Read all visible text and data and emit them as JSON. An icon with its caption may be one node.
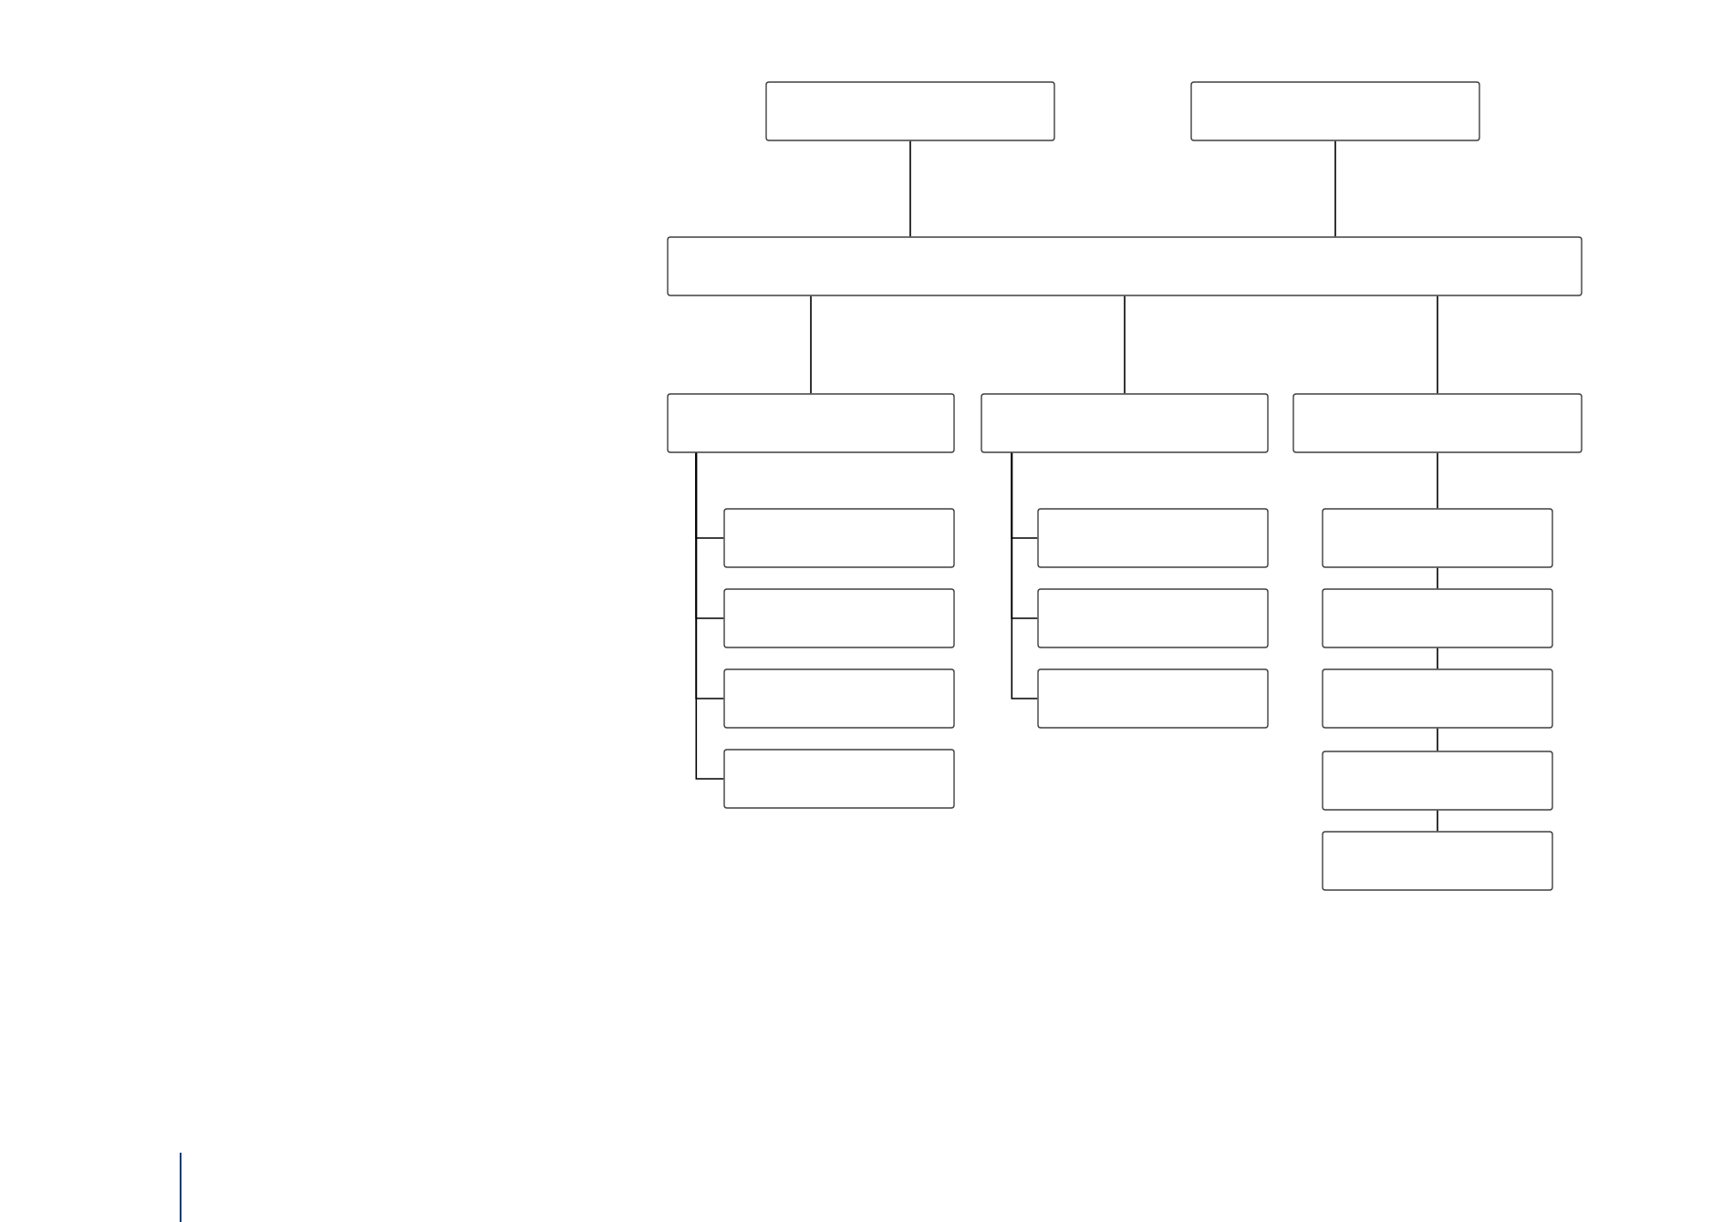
{
  "diagram": {
    "nodes": [
      {
        "text": [],
        "shape": "box"
      },
      {
        "text": [],
        "shape": "box"
      },
      {
        "text": [],
        "shape": "box"
      },
      {
        "text": [],
        "shape": "box"
      },
      {
        "text": [],
        "shape": "box"
      },
      {
        "text": [],
        "shape": "box"
      },
      {
        "text": [],
        "shape": "box"
      },
      {
        "text": [],
        "shape": "box"
      },
      {
        "text": [],
        "shape": "box"
      },
      {
        "text": [],
        "shape": "box"
      },
      {
        "text": [],
        "shape": "box"
      },
      {
        "text": [],
        "shape": "box"
      },
      {
        "text": [],
        "shape": "box"
      },
      {
        "text": [],
        "shape": "box"
      },
      {
        "text": [],
        "shape": "box"
      },
      {
        "text": [],
        "shape": "box"
      },
      {
        "text": [],
        "shape": "box"
      },
      {
        "text": [],
        "shape": "box"
      }
    ],
    "edges": [
      {
        "from": 0,
        "to": 2,
        "arrow": "none"
      },
      {
        "from": 1,
        "to": 2,
        "arrow": "none"
      },
      {
        "from": 2,
        "to": 3,
        "arrow": "none"
      },
      {
        "from": 2,
        "to": 4,
        "arrow": "none"
      },
      {
        "from": 2,
        "to": 5,
        "arrow": "none"
      },
      {
        "from": 3,
        "to": 6,
        "arrow": "none"
      },
      {
        "from": 3,
        "to": 7,
        "arrow": "none"
      },
      {
        "from": 3,
        "to": 8,
        "arrow": "none"
      },
      {
        "from": 3,
        "to": 9,
        "arrow": "none"
      },
      {
        "from": 4,
        "to": 10,
        "arrow": "none"
      },
      {
        "from": 4,
        "to": 11,
        "arrow": "none"
      },
      {
        "from": 4,
        "to": 12,
        "arrow": "none"
      },
      {
        "from": 5,
        "to": 13,
        "arrow": "none"
      },
      {
        "from": 13,
        "to": 14,
        "arrow": "none"
      },
      {
        "from": 14,
        "to": 15,
        "arrow": "none"
      },
      {
        "from": 15,
        "to": 16,
        "arrow": "none"
      },
      {
        "from": 16,
        "to": 17,
        "arrow": "none"
      }
    ]
  }
}
